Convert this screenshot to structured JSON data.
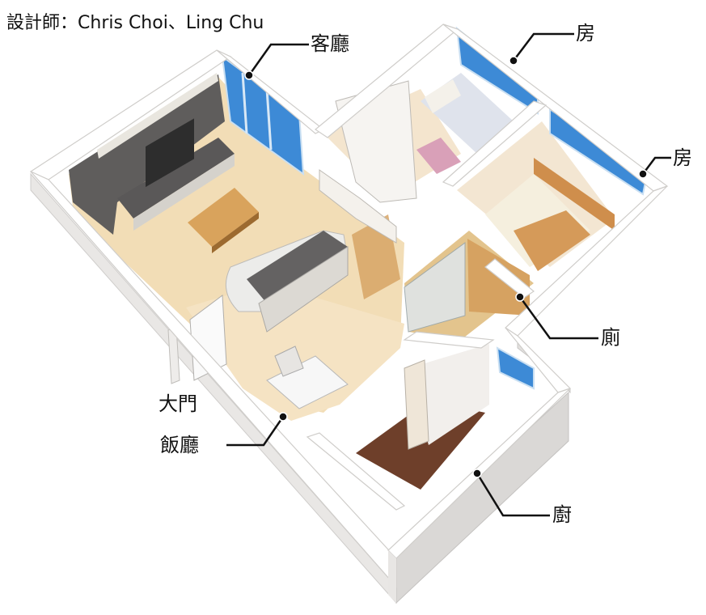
{
  "credit": {
    "designer_label": "設計師",
    "separator": "：",
    "designers": "Chris Choi、Ling Chu"
  },
  "rooms": {
    "living_room": "客廳",
    "bedroom_1": "房",
    "bedroom_2": "房",
    "toilet": "廁",
    "main_door": "大門",
    "dining_room": "飯廳",
    "kitchen": "廚"
  },
  "colors": {
    "wall_top": "#ffffff",
    "wall_side": "#e6e4e2",
    "floor_light": "#f3dfba",
    "floor_kitchen": "#6e3f2a",
    "window_blue": "#3d8ad6",
    "feature_wall": "#5f5d5c",
    "cabinet": "#5a5858",
    "wood": "#d9a35c",
    "leader_line": "#111111"
  }
}
